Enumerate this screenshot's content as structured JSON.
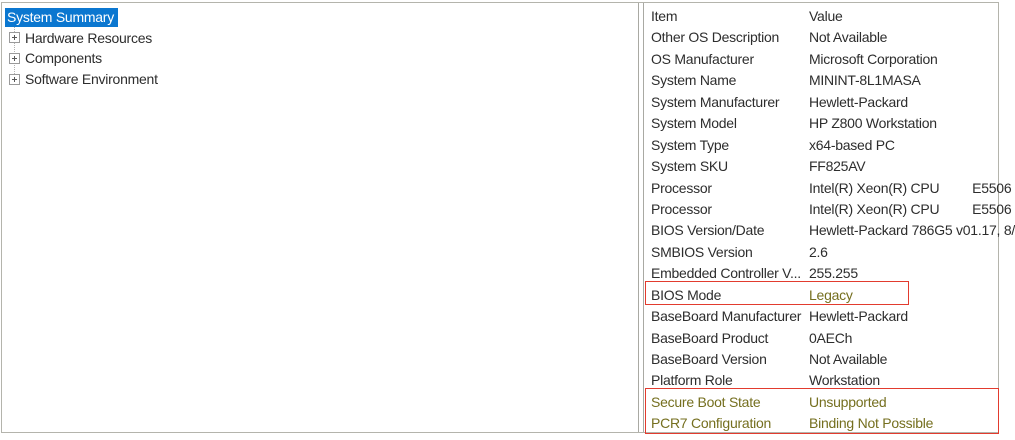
{
  "window": {
    "border_color": "#b4b4ac",
    "background": "#ffffff"
  },
  "tree": {
    "selection_color": "#0b77d0",
    "selected_item": {
      "label": "System Summary"
    },
    "items": [
      {
        "label": "Hardware Resources",
        "expandable": true
      },
      {
        "label": "Components",
        "expandable": true
      },
      {
        "label": "Software Environment",
        "expandable": true
      }
    ]
  },
  "details": {
    "columns": [
      "Item",
      "Value"
    ],
    "highlight_text_color": "#756f1f",
    "annotation_box_color": "#e23b2e",
    "rows": [
      {
        "item": "Other OS Description",
        "value": "Not Available"
      },
      {
        "item": "OS Manufacturer",
        "value": "Microsoft Corporation"
      },
      {
        "item": "System Name",
        "value": "MININT-8L1MASA"
      },
      {
        "item": "System Manufacturer",
        "value": "Hewlett-Packard"
      },
      {
        "item": "System Model",
        "value": "HP Z800 Workstation"
      },
      {
        "item": "System Type",
        "value": "x64-based PC"
      },
      {
        "item": "System SKU",
        "value": "FF825AV"
      },
      {
        "item": "Processor",
        "value": "Intel(R) Xeon(R) CPU         E5506"
      },
      {
        "item": "Processor",
        "value": "Intel(R) Xeon(R) CPU         E5506"
      },
      {
        "item": "BIOS Version/Date",
        "value": "Hewlett-Packard 786G5 v01.17, 8/"
      },
      {
        "item": "SMBIOS Version",
        "value": "2.6"
      },
      {
        "item": "Embedded Controller V...",
        "value": "255.255"
      },
      {
        "item": "BIOS Mode",
        "value": "Legacy",
        "value_highlight": true
      },
      {
        "item": "BaseBoard Manufacturer",
        "value": "Hewlett-Packard"
      },
      {
        "item": "BaseBoard Product",
        "value": "0AECh"
      },
      {
        "item": "BaseBoard Version",
        "value": "Not Available"
      },
      {
        "item": "Platform Role",
        "value": "Workstation"
      },
      {
        "item": "Secure Boot State",
        "value": "Unsupported",
        "item_highlight": true,
        "value_highlight": true
      },
      {
        "item": "PCR7 Configuration",
        "value": "Binding Not Possible",
        "item_highlight": true,
        "value_highlight": true
      }
    ]
  }
}
